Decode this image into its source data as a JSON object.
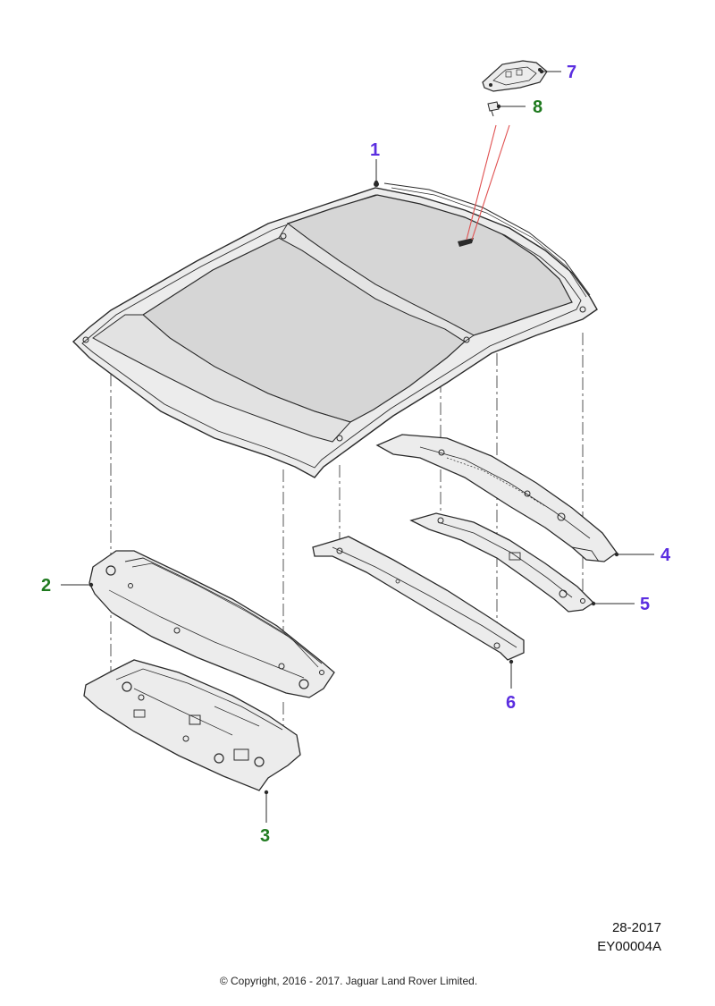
{
  "callouts": [
    {
      "id": "1",
      "color": "#5b2ee0"
    },
    {
      "id": "2",
      "color": "#1f7a1f"
    },
    {
      "id": "3",
      "color": "#1f7a1f"
    },
    {
      "id": "4",
      "color": "#5b2ee0"
    },
    {
      "id": "5",
      "color": "#5b2ee0"
    },
    {
      "id": "6",
      "color": "#5b2ee0"
    },
    {
      "id": "7",
      "color": "#5b2ee0"
    },
    {
      "id": "8",
      "color": "#1f7a1f"
    }
  ],
  "footer": {
    "ref_date": "28-2017",
    "ref_id": "EY00004A",
    "copyright": "© Copyright, 2016 - 2017. Jaguar Land Rover Limited."
  },
  "colors": {
    "line": "#2a2a2a",
    "part_fill": "#ececec",
    "glass_fill": "#d6d6d6",
    "leader_red": "#e05050"
  }
}
